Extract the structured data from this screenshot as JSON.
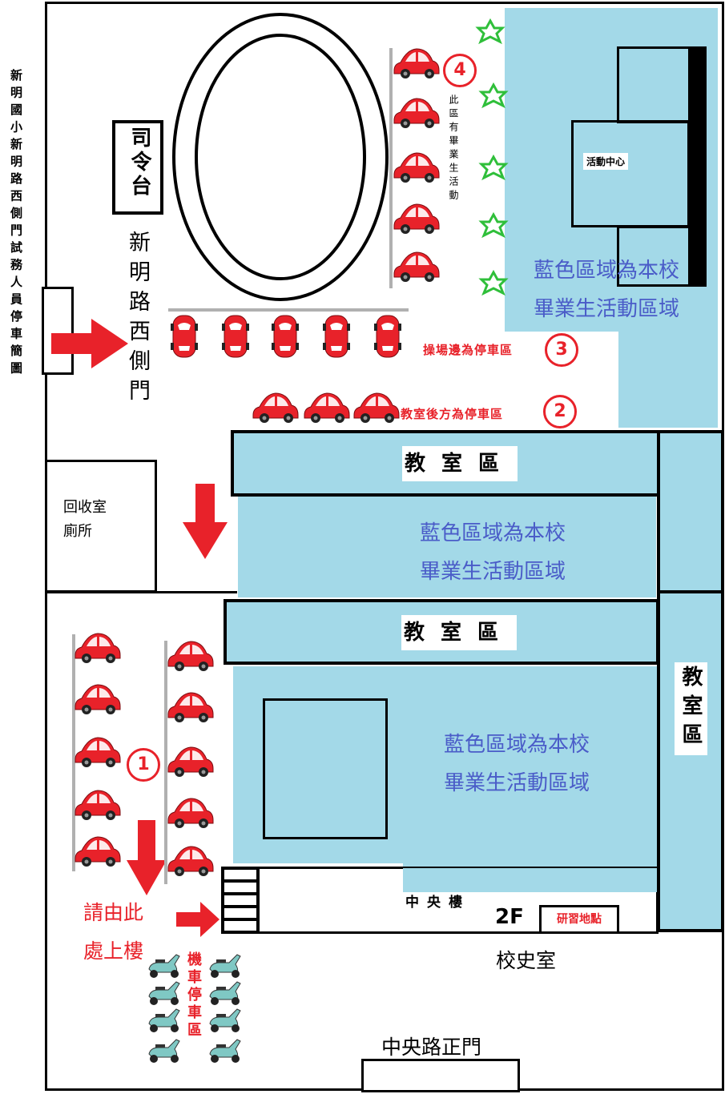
{
  "title": "新明國小新明路西側門試務人員停車簡圖",
  "west_gate": "新明路西側門",
  "podium": "司令台",
  "zone4_note": "此區有畢業生活動",
  "blue_zone_text": [
    "藍色區域為本校",
    "畢業生活動區域"
  ],
  "activity_center": "活動中心",
  "parking_labels": {
    "zone3": "操場邊為停車區",
    "zone2": "教室後方為停車區"
  },
  "markers": [
    "1",
    "2",
    "3",
    "4"
  ],
  "classroom": "教室區",
  "classroom_vertical": "教室區",
  "recycle_room": [
    "回收室",
    "廁所"
  ],
  "stairs_text": [
    "請由此",
    "處上樓"
  ],
  "central_building": "中央樓",
  "floor": "2F",
  "study_location": "研習地點",
  "history_room": "校史室",
  "scooter_area": "機車停車區",
  "main_gate": "中央路正門",
  "colors": {
    "blue_area": "#a3d9e8",
    "blue_text": "#4a5cc8",
    "red": "#e8222a",
    "green_star": "#2fbf3a"
  }
}
